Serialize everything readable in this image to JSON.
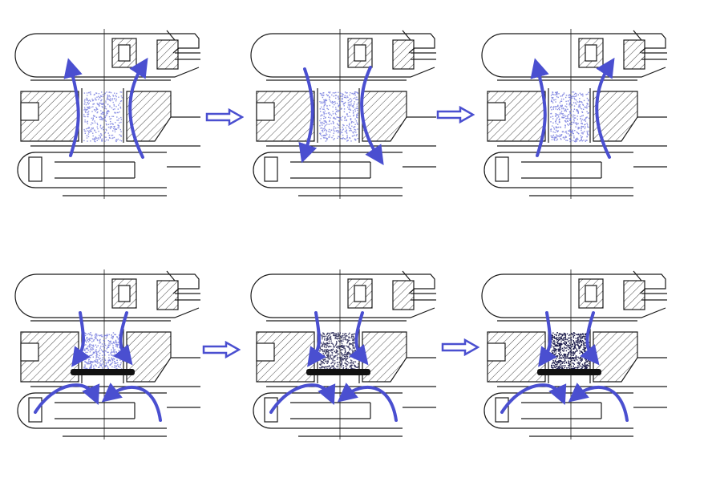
{
  "colors": {
    "flow": "#4a4fd0",
    "line": "#1a1a1a",
    "fill_dots": "#5a62d8",
    "seal": "#111111"
  },
  "panels": [
    {
      "id": "top-1",
      "flow": "up",
      "density": 0.35,
      "seal": false
    },
    {
      "id": "top-2",
      "flow": "down",
      "density": 0.4,
      "seal": false
    },
    {
      "id": "top-3",
      "flow": "up",
      "density": 0.45,
      "seal": false
    },
    {
      "id": "bottom-1",
      "flow": "inward",
      "density": 0.45,
      "seal": true
    },
    {
      "id": "bottom-2",
      "flow": "inward",
      "density": 0.75,
      "seal": true
    },
    {
      "id": "bottom-3",
      "flow": "inward",
      "density": 1.0,
      "seal": true
    }
  ]
}
